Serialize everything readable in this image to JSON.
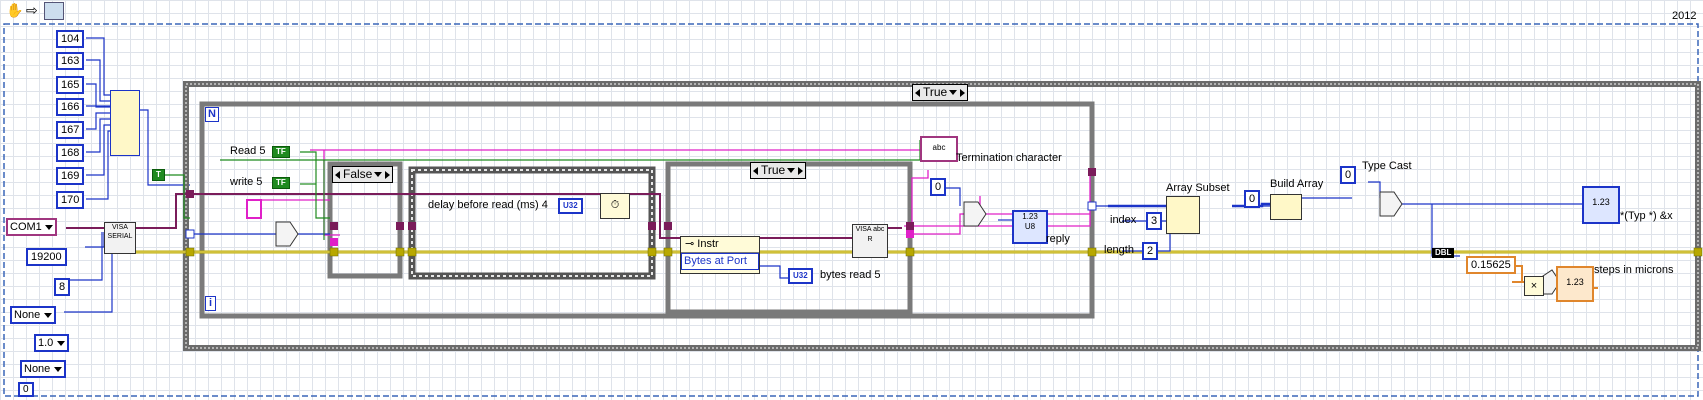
{
  "toolbar": {
    "icons": [
      "hand-tool-icon",
      "step-arrow-icon",
      "highlight-execution-icon"
    ],
    "version": "2012"
  },
  "colors": {
    "numeric_wire": "#1c34c8",
    "string_wire": "#e020c8",
    "boolean_wire": "#1f8a1f",
    "error_cluster_wire": "#c8b400",
    "visa_wire": "#7a1c5a",
    "double_wire": "#e0862c"
  },
  "array_constants": [
    "104",
    "163",
    "165",
    "166",
    "167",
    "168",
    "169",
    "170"
  ],
  "serial_config": {
    "visa_resource": "COM1",
    "baud_rate": "19200",
    "data_bits": "8",
    "parity": "None",
    "stop_bits": "1.0",
    "flow_control": "None",
    "timeout": "0"
  },
  "case_outer": {
    "selector": "True"
  },
  "for_loop": {
    "count_label": "N",
    "iteration_label": "i"
  },
  "labels": {
    "read5": "Read 5",
    "write5": "write 5",
    "termination": "Termination character",
    "delay": "delay before read (ms) 4",
    "bytes_read": "bytes read 5",
    "reply": "reply",
    "index": "index",
    "length": "length",
    "array_subset": "Array Subset",
    "build_array": "Build Array",
    "type_cast": "Type Cast",
    "typ": "*(Typ *) &x",
    "steps": "steps in microns"
  },
  "case_false": {
    "selector": "False"
  },
  "case_inner": {
    "selector": "True"
  },
  "property_node": {
    "class": "Instr",
    "property": "Bytes at Port"
  },
  "constants": {
    "u32_a": "U32",
    "u32_b": "U32",
    "u8": "U8",
    "zero_a": "0",
    "zero_b": "0",
    "zero_c": "0",
    "index_val": "3",
    "length_val": "2",
    "multiplier": "0.15625",
    "dbl": "DBL",
    "abc": "abc",
    "tf": "TF",
    "numeric_ind": "1.23",
    "visa_serial": "VISA SERIAL",
    "visa_read": "VISA abc R",
    "bool_true": "T",
    "multiply": "×"
  }
}
